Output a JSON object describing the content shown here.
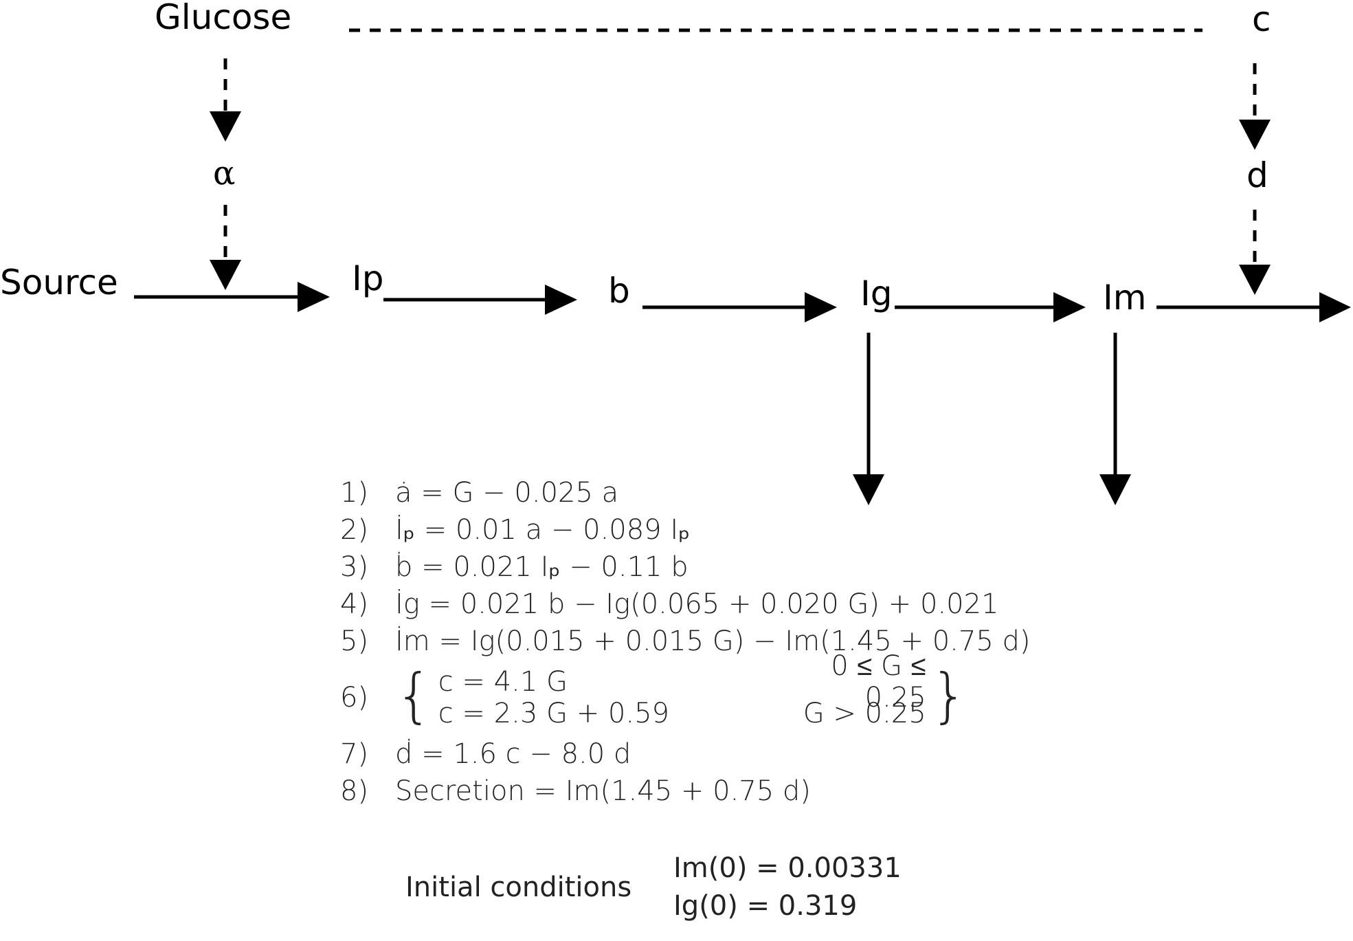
{
  "nodes": {
    "glucose": "Glucose",
    "c": "c",
    "alpha": "α",
    "d": "d",
    "source": "Source",
    "ip": "Ip",
    "b": "b",
    "ig": "Ig",
    "im": "Im"
  },
  "equations": [
    {
      "num": "1)",
      "text": "ȧ = G − 0.025 a"
    },
    {
      "num": "2)",
      "text": "İₚ = 0.01 a − 0.089 Iₚ"
    },
    {
      "num": "3)",
      "text": "ḃ = 0.021 Iₚ − 0.11 b"
    },
    {
      "num": "4)",
      "text": "İg = 0.021 b − Ig(0.065 + 0.020 G) + 0.021"
    },
    {
      "num": "5)",
      "text": "İm = Ig(0.015 + 0.015 G) − Im(1.45 + 0.75 d)"
    }
  ],
  "piecewise": {
    "num": "6)",
    "rows": [
      {
        "expr": "c = 4.1 G",
        "cond": "0 ≤ G ≤ 0.25"
      },
      {
        "expr": "c = 2.3 G + 0.59",
        "cond": "G > 0.25"
      }
    ]
  },
  "equations_tail": [
    {
      "num": "7)",
      "text": "ḋ = 1.6 c − 8.0 d"
    },
    {
      "num": "8)",
      "text": "Secretion = Im(1.45 + 0.75 d)"
    }
  ],
  "initial": {
    "label": "Initial conditions",
    "conditions": [
      "Im(0) = 0.00331",
      "Ig(0) = 0.319"
    ]
  }
}
